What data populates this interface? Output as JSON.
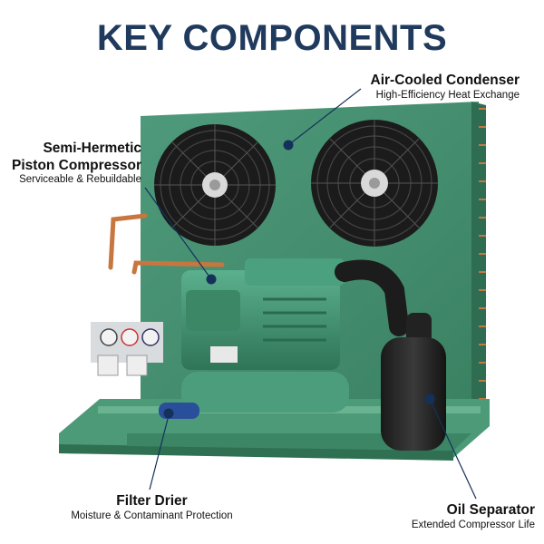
{
  "title": "KEY COMPONENTS",
  "callouts": {
    "condenser": {
      "name": "Air-Cooled Condenser",
      "desc": "High-Efficiency Heat Exchange"
    },
    "compressor": {
      "name_line1": "Semi-Hermetic",
      "name_line2": "Piston Compressor",
      "desc": "Serviceable & Rebuildable"
    },
    "filter": {
      "name": "Filter Drier",
      "desc": "Moisture & Contaminant Protection"
    },
    "separator": {
      "name": "Oil Separator",
      "desc": "Extended Compressor Life"
    }
  },
  "colors": {
    "title": "#1f3a5c",
    "unit_green": "#3e8a6c",
    "marker": "#15315a",
    "copper": "#c8763f"
  }
}
